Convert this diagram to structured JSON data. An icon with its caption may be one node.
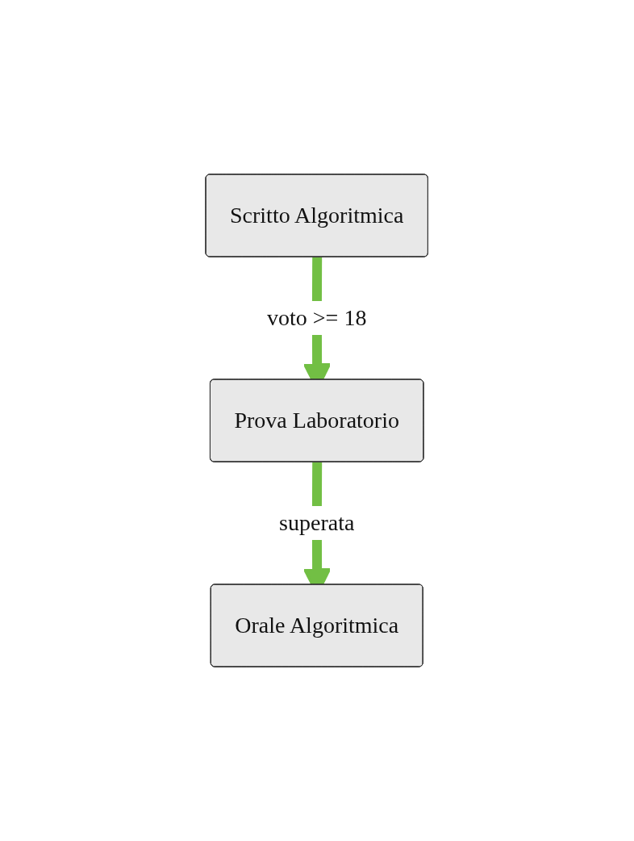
{
  "diagram": {
    "nodes": [
      {
        "text": [
          "Scritto Algoritmica"
        ]
      },
      {
        "text": [
          "Prova Laboratorio"
        ]
      },
      {
        "text": [
          "Orale Algoritmica"
        ]
      }
    ],
    "edges": [
      {
        "from": 0,
        "to": 1,
        "arrow": "to",
        "label": "voto >= 18",
        "color": "#72bf44"
      },
      {
        "from": 1,
        "to": 2,
        "arrow": "to",
        "label": "superata",
        "color": "#72bf44"
      }
    ]
  }
}
